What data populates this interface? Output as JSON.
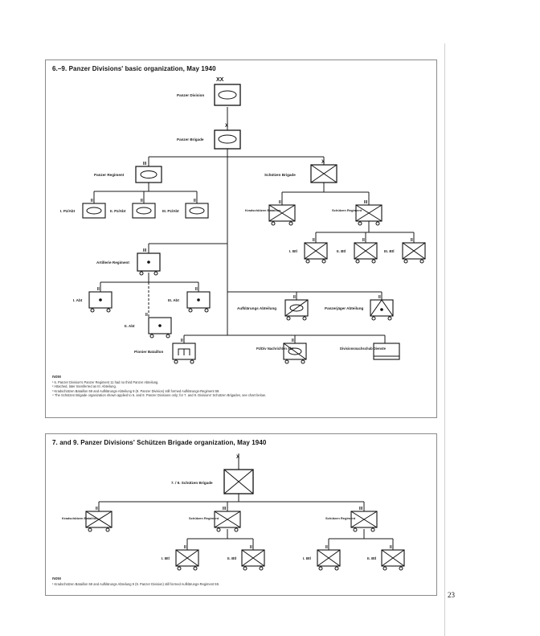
{
  "page_number": "23",
  "chart1": {
    "title": "6.–9. Panzer Divisions' basic organization, May 1940",
    "labels": {
      "division": "Panzer Division",
      "brigade": "Panzer Brigade",
      "regiment": "Panzer Regiment",
      "abt1": "I. Pz/Abt",
      "abt2": "II. Pz/Abt",
      "abt3": "III. Pz/Abt",
      "schuetzen_brigade": "Schützen Brigade",
      "kradschuetzen": "Kradschützen Bataillon",
      "schuetzen_regiment": "Schützen Regiment",
      "bn1": "I. Btl",
      "bn2": "II. Btl",
      "bn3": "III. Btl",
      "art_regiment": "Artillerie Regiment",
      "art1": "I. Abt",
      "art2": "II. Abt",
      "art3": "III. Abt",
      "aufklaerung": "Aufklärungs Abteilung",
      "panzerjaeger": "Panzerjäger Abteilung",
      "pionier": "Pionier Bataillon",
      "nachrichten": "Pz/Div Nachrichten Abt",
      "dienste": "Divisionsnachschub Dienste"
    },
    "notes": [
      "Note",
      "¹ 6. Panzer Division's Panzer Regiment 11 had no third Panzer Abteilung.",
      "² Attached, later transferred as III. Abteilung.",
      "³ Kradschützen Bataillon 59 and Aufklärungs-Abteilung 9 (9. Panzer Division) still formed Aufklärungs-Regiment 59.",
      "⁴ The Schützen Brigade organization shown applied to 6. and 8. Panzer Divisions only; for 7. and 9. Divisions' Schützen Brigades, see chart below."
    ]
  },
  "chart2": {
    "title": "7. and 9. Panzer Divisions' Schützen Brigade organization, May 1940",
    "labels": {
      "brigade": "7. / 9. Schützen Brigade",
      "kradschuetzen": "Kradschützen Bataillon",
      "regiment_a": "Schützen Regiment",
      "regiment_b": "Schützen Regiment",
      "bn1": "I. Btl",
      "bn2": "II. Btl",
      "bn3": "I. Btl",
      "bn4": "II. Btl"
    },
    "notes": [
      "Note",
      "¹ Kradschützen Bataillon 59 and Aufklärungs Abteilung 9 (9. Panzer Division) still formed Aufklärungs-Regiment 59."
    ]
  },
  "symbols": {
    "division": "XX",
    "brigade": "X",
    "regiment": "III",
    "battalion": "II",
    "line_color": "#1a1a1a"
  }
}
